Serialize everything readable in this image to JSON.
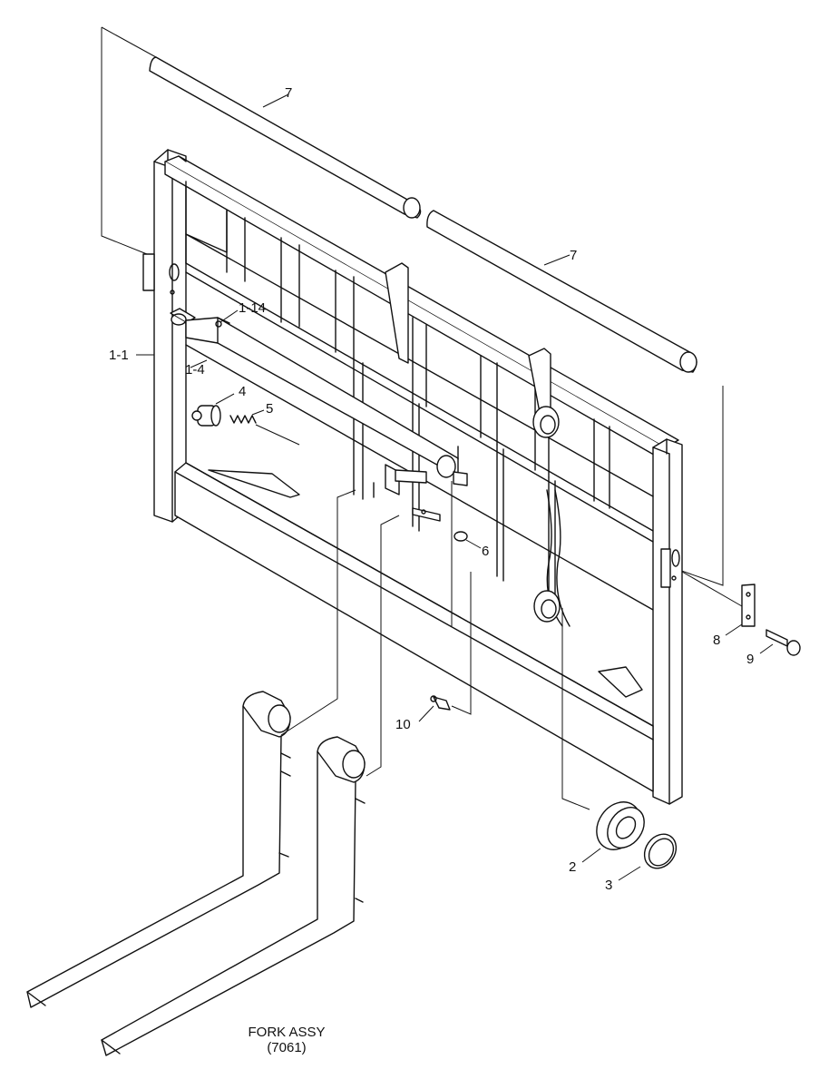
{
  "caption": {
    "title": "FORK ASSY",
    "code": "(7061)"
  },
  "labels": {
    "p7a": "7",
    "p7b": "7",
    "p1_14": "1-14",
    "p1_1": "1-1",
    "p1_4": "1-4",
    "p4": "4",
    "p5": "5",
    "p6": "6",
    "p8": "8",
    "p9": "9",
    "p10": "10",
    "p2": "2",
    "p3": "3"
  }
}
